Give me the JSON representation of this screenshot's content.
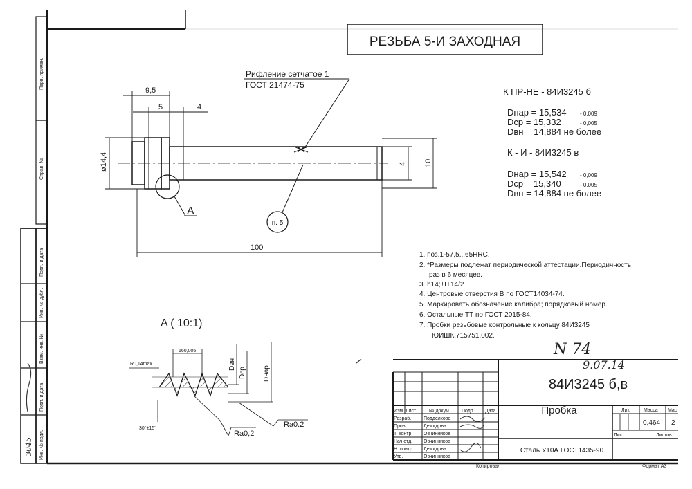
{
  "title": "РЕЗЬБА 5-И ЗАХОДНАЯ",
  "knurl": {
    "line1": "Рифление сетчатое 1",
    "line2": "ГОСТ 21474-75"
  },
  "dims": {
    "d95": "9,5",
    "d5": "5",
    "d4": "4",
    "d100": "100",
    "d144": "ø14,4",
    "v4": "4",
    "v10": "10",
    "callout_A": "A",
    "callout_p5": "п. 5"
  },
  "gauge1": {
    "head": "К ПР-НЕ - 84И3245 б",
    "l1": "Dнар = 15,534",
    "t1": "- 0,009",
    "l2": "Dср = 15,332",
    "t2": "- 0,005",
    "l3": "Dвн = 14,884 не более"
  },
  "gauge2": {
    "head": "К - И - 84И3245 в",
    "l1": "Dнар = 15,542",
    "t1": "- 0,009",
    "l2": "Dср = 15,340",
    "t2": "- 0,005",
    "l3": "Dвн = 14,884 не более"
  },
  "notes": [
    "1. поз.1-57,5...65HRC.",
    "2. *Размеры подлежат периодической аттестации.Периодичность",
    "раз в 6 месяцев.",
    "3. h14;±IT14/2",
    "4. Центровые отверстия В по ГОСТ14034-74.",
    "5. Маркировать обозначение калибра; порядковый номер.",
    "6. Остальные ТТ по ГОСТ 2015-84.",
    "7. Пробки резьбовые контрольные к кольцу 84И3245",
    "ЮИШК.715751.002."
  ],
  "detail": {
    "title": "A ( 10:1)",
    "r": "R0,14max",
    "w": "160,005",
    "ang": "30°±15'",
    "dvn": "Dвн",
    "dsr": "Dср",
    "dnar": "Dнар",
    "ra1": "Ra0,2",
    "ra2": "Ra0.2"
  },
  "hand": {
    "h1": "N 74",
    "h2": "9.07.14"
  },
  "side": {
    "perv": "Перв. примен.",
    "sprav": "Справ. №",
    "podp_data": "Подп. и дата",
    "inv_dubl": "Инв. № дубл.",
    "vzam": "Взам. инв. №",
    "podp_data2": "Подп. и дата",
    "inv_podl": "Инв. № подл.",
    "inv_podl_val": "3045"
  },
  "stamp": {
    "designation": "84И3245 б,в",
    "name": "Пробка",
    "material": "Сталь У10А ГОСТ1435-90",
    "cols": [
      "Изм",
      "Лист",
      "№ докум.",
      "Подп.",
      "Дата"
    ],
    "roles": [
      "Разраб.",
      "Пров.",
      "Т. контр.",
      "Нач.отд.",
      "Н. контр.",
      "Утв."
    ],
    "people": [
      "Подделкова",
      "Демидова",
      "Овчинников",
      "Овчинников",
      "Демидова",
      "Овчинников"
    ],
    "lit": "Лит.",
    "mass": "Масса",
    "scale": "Мас",
    "mass_val": "0,464",
    "scale_val": "2",
    "list": "Лист",
    "listov": "Листов",
    "copied": "Копировал",
    "format": "Формат А3"
  }
}
